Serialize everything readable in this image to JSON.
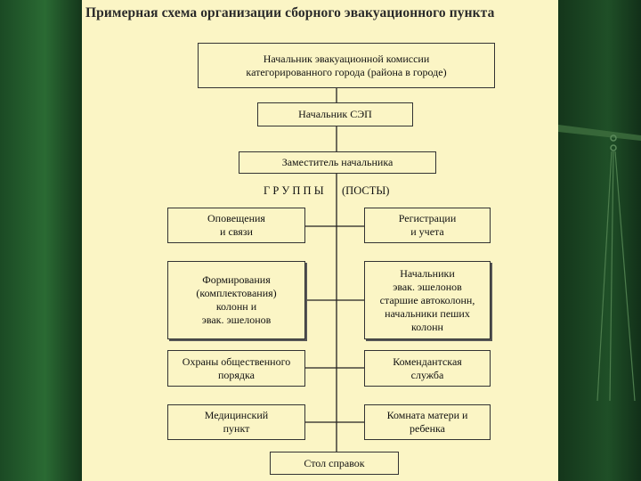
{
  "title": "Примерная схема организации сборного эвакуационного пункта",
  "head": "Начальник эвакуационной комиссии\nкатегорированного города (района в городе)",
  "chief": "Начальник СЭП",
  "deputy": "Заместитель начальника",
  "groups_label": "Г Р У П П Ы",
  "posts_label": "(ПОСТЫ)",
  "left_groups": [
    "Оповещения\nи связи",
    "Формирования\n(комплектования)\nколонн и\nэвак. эшелонов",
    "Охраны общественного\nпорядка",
    "Медицинский\nпункт"
  ],
  "right_groups": [
    "Регистрации\nи учета",
    "Начальники\nэвак. эшелонов\nстаршие автоколонн,\nначальники пеших\nколонн",
    "Комендантская\nслужба",
    "Комната матери и\nребенка"
  ],
  "bottom": "Стол справок"
}
